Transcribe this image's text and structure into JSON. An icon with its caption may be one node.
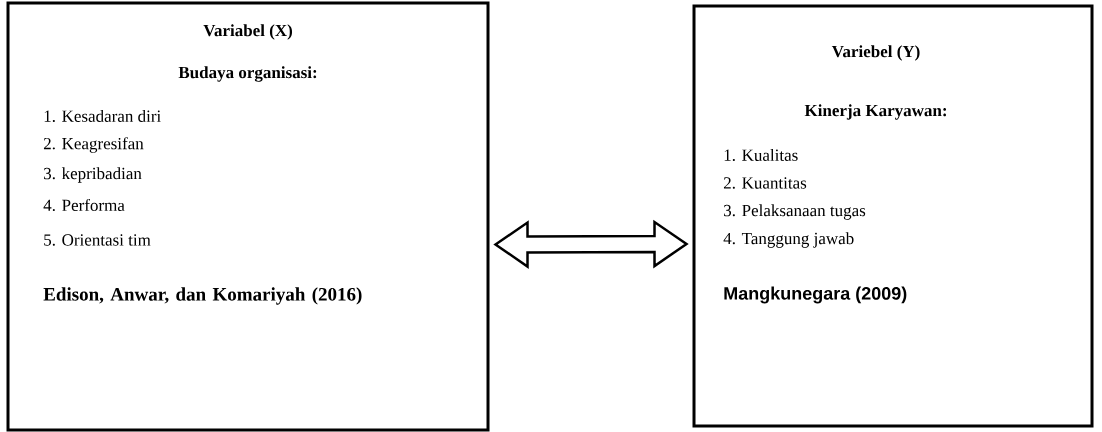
{
  "diagram": {
    "nodes": [
      {
        "text": [
          "Variabel (X)",
          "Budaya organisasi:",
          "1. Kesadaran diri",
          "2. Keagresifan",
          "3. kepribadian",
          "4. Performa",
          "5. Orientasi tim",
          "Edison, Anwar, dan Komariyah (2016)"
        ]
      },
      {
        "text": [
          "Variebel (Y)",
          "Kinerja Karyawan:",
          "1. Kualitas",
          "2. Kuantitas",
          "3. Pelaksanaan tugas",
          "4. Tanggung jawab",
          "Mangkunegara (2009)"
        ]
      }
    ],
    "edges": [
      {
        "from": 0,
        "to": 1,
        "arrow": "both"
      }
    ]
  }
}
